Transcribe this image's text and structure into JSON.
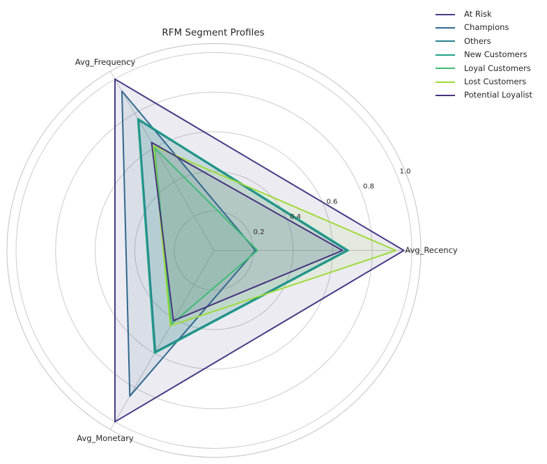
{
  "title": "RFM Segment Profiles",
  "chart_data": {
    "type": "radar",
    "categories": [
      "Avg_Recency",
      "Avg_Frequency",
      "Avg_Monetary"
    ],
    "angles_deg": [
      0,
      120,
      240
    ],
    "r_ticks": [
      0.2,
      0.4,
      0.6,
      0.8,
      1.0
    ],
    "r_max": 1.05,
    "tick_label_angle_deg": 22.5,
    "grid": true,
    "legend_position": "upper right",
    "fill_opacity": 0.1,
    "line_width": 2,
    "grid_color": "#cbcbcb",
    "text_color": "#262626",
    "background_color": "#ffffff",
    "series": [
      {
        "name": "At Risk",
        "color": "#433d84",
        "values": [
          0.96,
          1.0,
          1.0
        ]
      },
      {
        "name": "Champions",
        "color": "#31688e",
        "values": [
          0.21,
          0.93,
          0.85
        ]
      },
      {
        "name": "Others",
        "color": "#26828e",
        "values": [
          0.67,
          0.76,
          0.59
        ]
      },
      {
        "name": "New Customers",
        "color": "#1fa187",
        "values": [
          0.68,
          0.77,
          0.6
        ]
      },
      {
        "name": "Loyal Customers",
        "color": "#3dbc74",
        "values": [
          0.22,
          0.6,
          0.43
        ]
      },
      {
        "name": "Lost Customers",
        "color": "#9fda3a",
        "values": [
          0.92,
          0.61,
          0.44
        ]
      },
      {
        "name": "Potential Loyalist",
        "color": "#46327e",
        "values": [
          0.65,
          0.63,
          0.41
        ]
      }
    ]
  }
}
